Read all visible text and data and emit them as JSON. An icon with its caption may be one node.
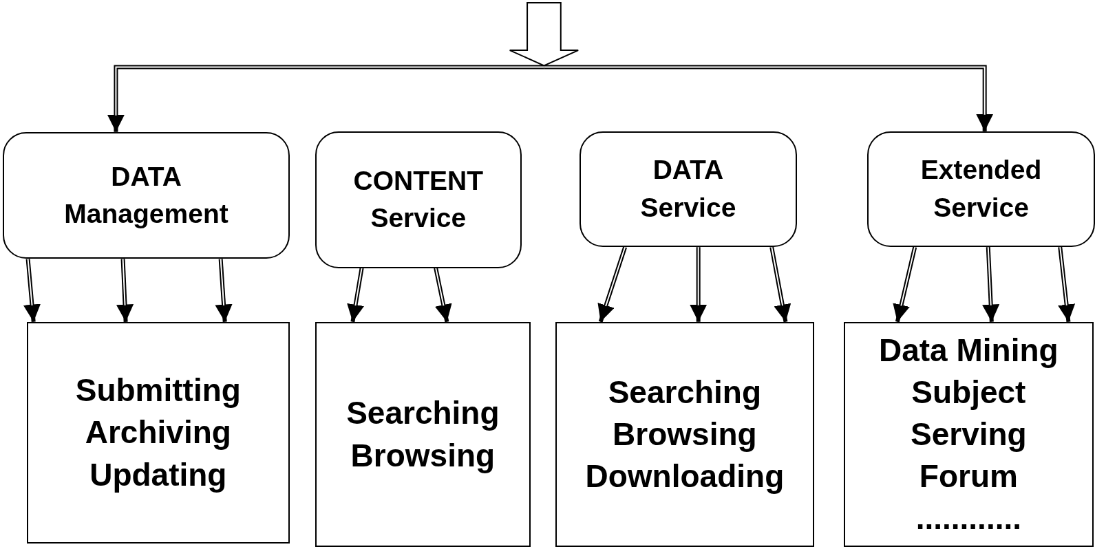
{
  "diagram": {
    "nodes": [
      {
        "text": [
          "DATA Management"
        ]
      },
      {
        "text": [
          "Submitting",
          "Archiving",
          "Updating"
        ]
      },
      {
        "text": [
          "CONTENT Service"
        ]
      },
      {
        "text": [
          "Searching",
          "Browsing"
        ]
      },
      {
        "text": [
          "DATA Service"
        ]
      },
      {
        "text": [
          "Searching",
          "Browsing",
          "Downloading"
        ]
      },
      {
        "text": [
          "Extended Service"
        ]
      },
      {
        "text": [
          "Data Mining",
          "Subject",
          "Serving",
          "Forum",
          "............"
        ]
      }
    ],
    "edges": [
      {
        "from": null,
        "to": 0,
        "arrow": "to"
      },
      {
        "from": null,
        "to": 6,
        "arrow": "to"
      },
      {
        "from": 0,
        "to": 1,
        "arrow": "to"
      },
      {
        "from": 0,
        "to": 1,
        "arrow": "to"
      },
      {
        "from": 0,
        "to": 1,
        "arrow": "to"
      },
      {
        "from": 2,
        "to": 3,
        "arrow": "to"
      },
      {
        "from": 2,
        "to": 3,
        "arrow": "to"
      },
      {
        "from": 4,
        "to": 5,
        "arrow": "to"
      },
      {
        "from": 4,
        "to": 5,
        "arrow": "to"
      },
      {
        "from": 4,
        "to": 5,
        "arrow": "to"
      },
      {
        "from": 6,
        "to": 7,
        "arrow": "to"
      },
      {
        "from": 6,
        "to": 7,
        "arrow": "to"
      },
      {
        "from": 6,
        "to": 7,
        "arrow": "to"
      }
    ]
  }
}
